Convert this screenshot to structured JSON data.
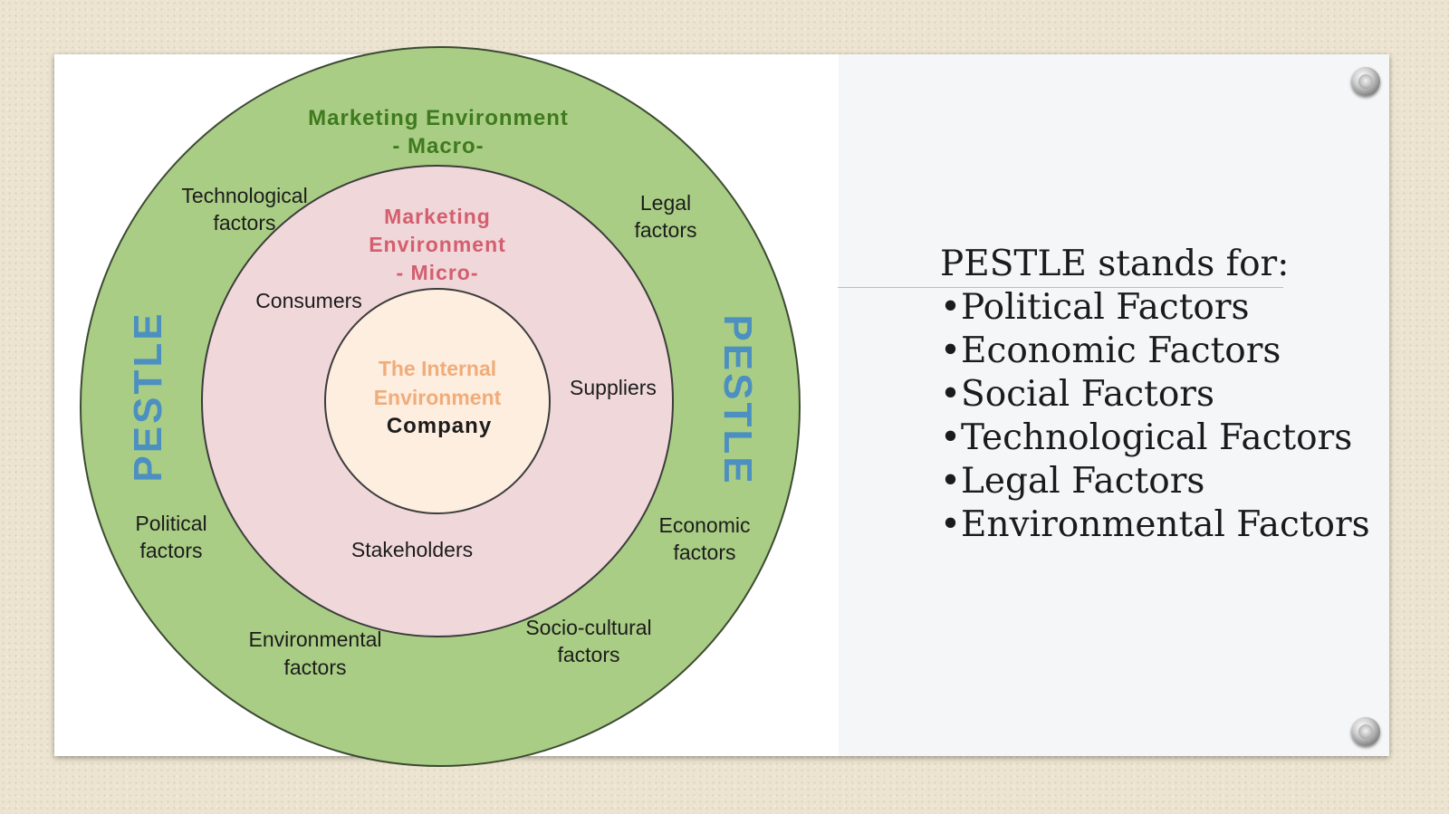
{
  "diagram": {
    "macro_title_line1": "Marketing Environment",
    "macro_title_line2": "- Macro-",
    "micro_title_line1": "Marketing",
    "micro_title_line2": "Environment",
    "micro_title_line3": "- Micro-",
    "internal_line1": "The Internal",
    "internal_line2": "Environment",
    "company": "Company",
    "pestle_left": "PESTLE",
    "pestle_right": "PESTLE",
    "technological_line1": "Technological",
    "technological_line2": "factors",
    "legal_line1": "Legal",
    "legal_line2": "factors",
    "political_line1": "Political",
    "political_line2": "factors",
    "economic_line1": "Economic",
    "economic_line2": "factors",
    "environmental_line1": "Environmental",
    "environmental_line2": "factors",
    "sociocultural_line1": "Socio-cultural",
    "sociocultural_line2": "factors",
    "consumers": "Consumers",
    "suppliers": "Suppliers",
    "stakeholders": "Stakeholders",
    "colors": {
      "macro_ring": "#a9cd84",
      "micro_ring": "#f0d7da",
      "internal_core": "#fdeedf",
      "macro_text": "#3f7a1f",
      "micro_text": "#d45e6e",
      "internal_text": "#f0ac7a",
      "pestle_text": "#4c8fc1",
      "label_text": "#1c1c1c"
    }
  },
  "pestle_panel": {
    "heading": "PESTLE stands for:",
    "items": [
      "•Political Factors",
      "•Economic Factors",
      "•Social Factors",
      "•Technological Factors",
      "•Legal Factors",
      "•Environmental Factors"
    ]
  }
}
